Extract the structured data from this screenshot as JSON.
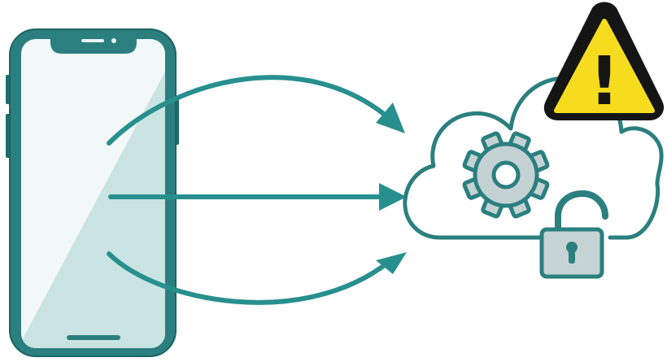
{
  "diagram": {
    "nodes": [
      {
        "id": "smartphone",
        "icon": "smartphone-icon"
      },
      {
        "id": "cloud",
        "icon": "cloud-icon"
      },
      {
        "id": "settings",
        "icon": "gear-icon"
      },
      {
        "id": "lock",
        "icon": "unlocked-padlock-icon",
        "state": "unlocked"
      },
      {
        "id": "warning",
        "icon": "warning-icon"
      }
    ],
    "connections": [
      {
        "from": "smartphone",
        "to": "cloud",
        "shape": "arc-up"
      },
      {
        "from": "smartphone",
        "to": "cloud",
        "shape": "straight"
      },
      {
        "from": "smartphone",
        "to": "cloud",
        "shape": "arc-down"
      }
    ],
    "warning_symbol": "!"
  },
  "colors": {
    "teal_stroke": "#2b7f7f",
    "teal_arrow": "#27908f",
    "screen_fill": "#f2f8f8",
    "screen_glare": "#c9e4e2",
    "gear_fill": "#c4d2d4",
    "lock_fill": "#c7d4d6",
    "warning_yellow": "#f6dc1f",
    "warning_border": "#151515"
  }
}
